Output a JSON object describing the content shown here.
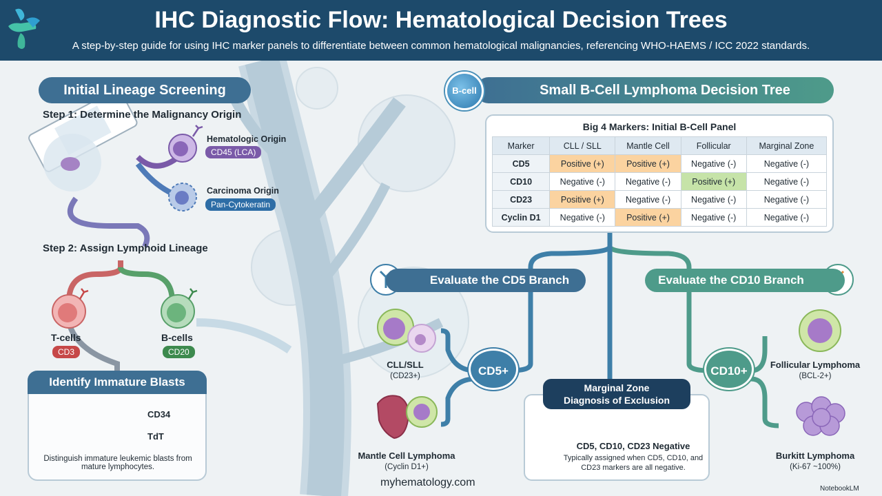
{
  "header": {
    "title": "IHC Diagnostic Flow: Hematological Decision Trees",
    "subtitle": "A step-by-step guide for using IHC marker panels to differentiate between common hematological malignancies, referencing WHO-HAEMS / ICC 2022 standards."
  },
  "left": {
    "section_title": "Initial Lineage Screening",
    "step1": "Step 1: Determine the Malignancy Origin",
    "hematologic_label": "Hematologic Origin",
    "hematologic_marker": "CD45 (LCA)",
    "carcinoma_label": "Carcinoma Origin",
    "carcinoma_marker": "Pan-Cytokeratin",
    "step2": "Step 2: Assign Lymphoid Lineage",
    "tcells_label": "T-cells",
    "tcells_marker": "CD3",
    "bcells_label": "B-cells",
    "bcells_marker": "CD20",
    "blasts_title": "Identify Immature Blasts",
    "blasts_marker1": "CD34",
    "blasts_marker2": "TdT",
    "blasts_note": "Distinguish immature leukemic blasts from mature lymphocytes."
  },
  "right": {
    "badge": "B-cell",
    "section_title": "Small B-Cell Lymphoma Decision Tree",
    "table_title": "Big 4 Markers: Initial B-Cell Panel",
    "table_headers": [
      "Marker",
      "CLL / SLL",
      "Mantle Cell",
      "Follicular",
      "Marginal Zone"
    ],
    "table_rows": [
      [
        "CD5",
        "Positive (+)",
        "Positive (+)",
        "Negative (-)",
        "Negative (-)"
      ],
      [
        "CD10",
        "Negative (-)",
        "Negative (-)",
        "Positive (+)",
        "Negative (-)"
      ],
      [
        "CD23",
        "Positive (+)",
        "Negative (-)",
        "Negative (-)",
        "Negative (-)"
      ],
      [
        "Cyclin D1",
        "Negative (-)",
        "Positive (+)",
        "Negative (-)",
        "Negative (-)"
      ]
    ],
    "cd5_branch": "Evaluate the CD5 Branch",
    "cd10_branch": "Evaluate the CD10 Branch",
    "cd5_node": "CD5+",
    "cd10_node": "CD10+",
    "cll_name": "CLL/SLL",
    "cll_sub": "(CD23+)",
    "mcl_name": "Mantle Cell Lymphoma",
    "mcl_sub": "(Cyclin D1+)",
    "fl_name": "Follicular Lymphoma",
    "fl_sub": "(BCL-2+)",
    "bl_name": "Burkitt Lymphoma",
    "bl_sub": "(Ki-67 ~100%)",
    "mz_title_line1": "Marginal Zone",
    "mz_title_line2": "Diagnosis of Exclusion",
    "mz_negative": "CD5, CD10, CD23 Negative",
    "mz_note": "Typically assigned when CD5, CD10, and CD23 markers are all negative."
  },
  "footer": {
    "website": "myhematology.com",
    "brand": "NotebookLM"
  },
  "colors": {
    "header_bg": "#1d4a6b",
    "pill_blue": "#3e6f93",
    "pill_teal": "#4e9b8a",
    "positive_orange": "#fbd3a0",
    "positive_green": "#c6e3a8",
    "tcell_red": "#c64848",
    "bcell_green": "#3d8a4e"
  }
}
